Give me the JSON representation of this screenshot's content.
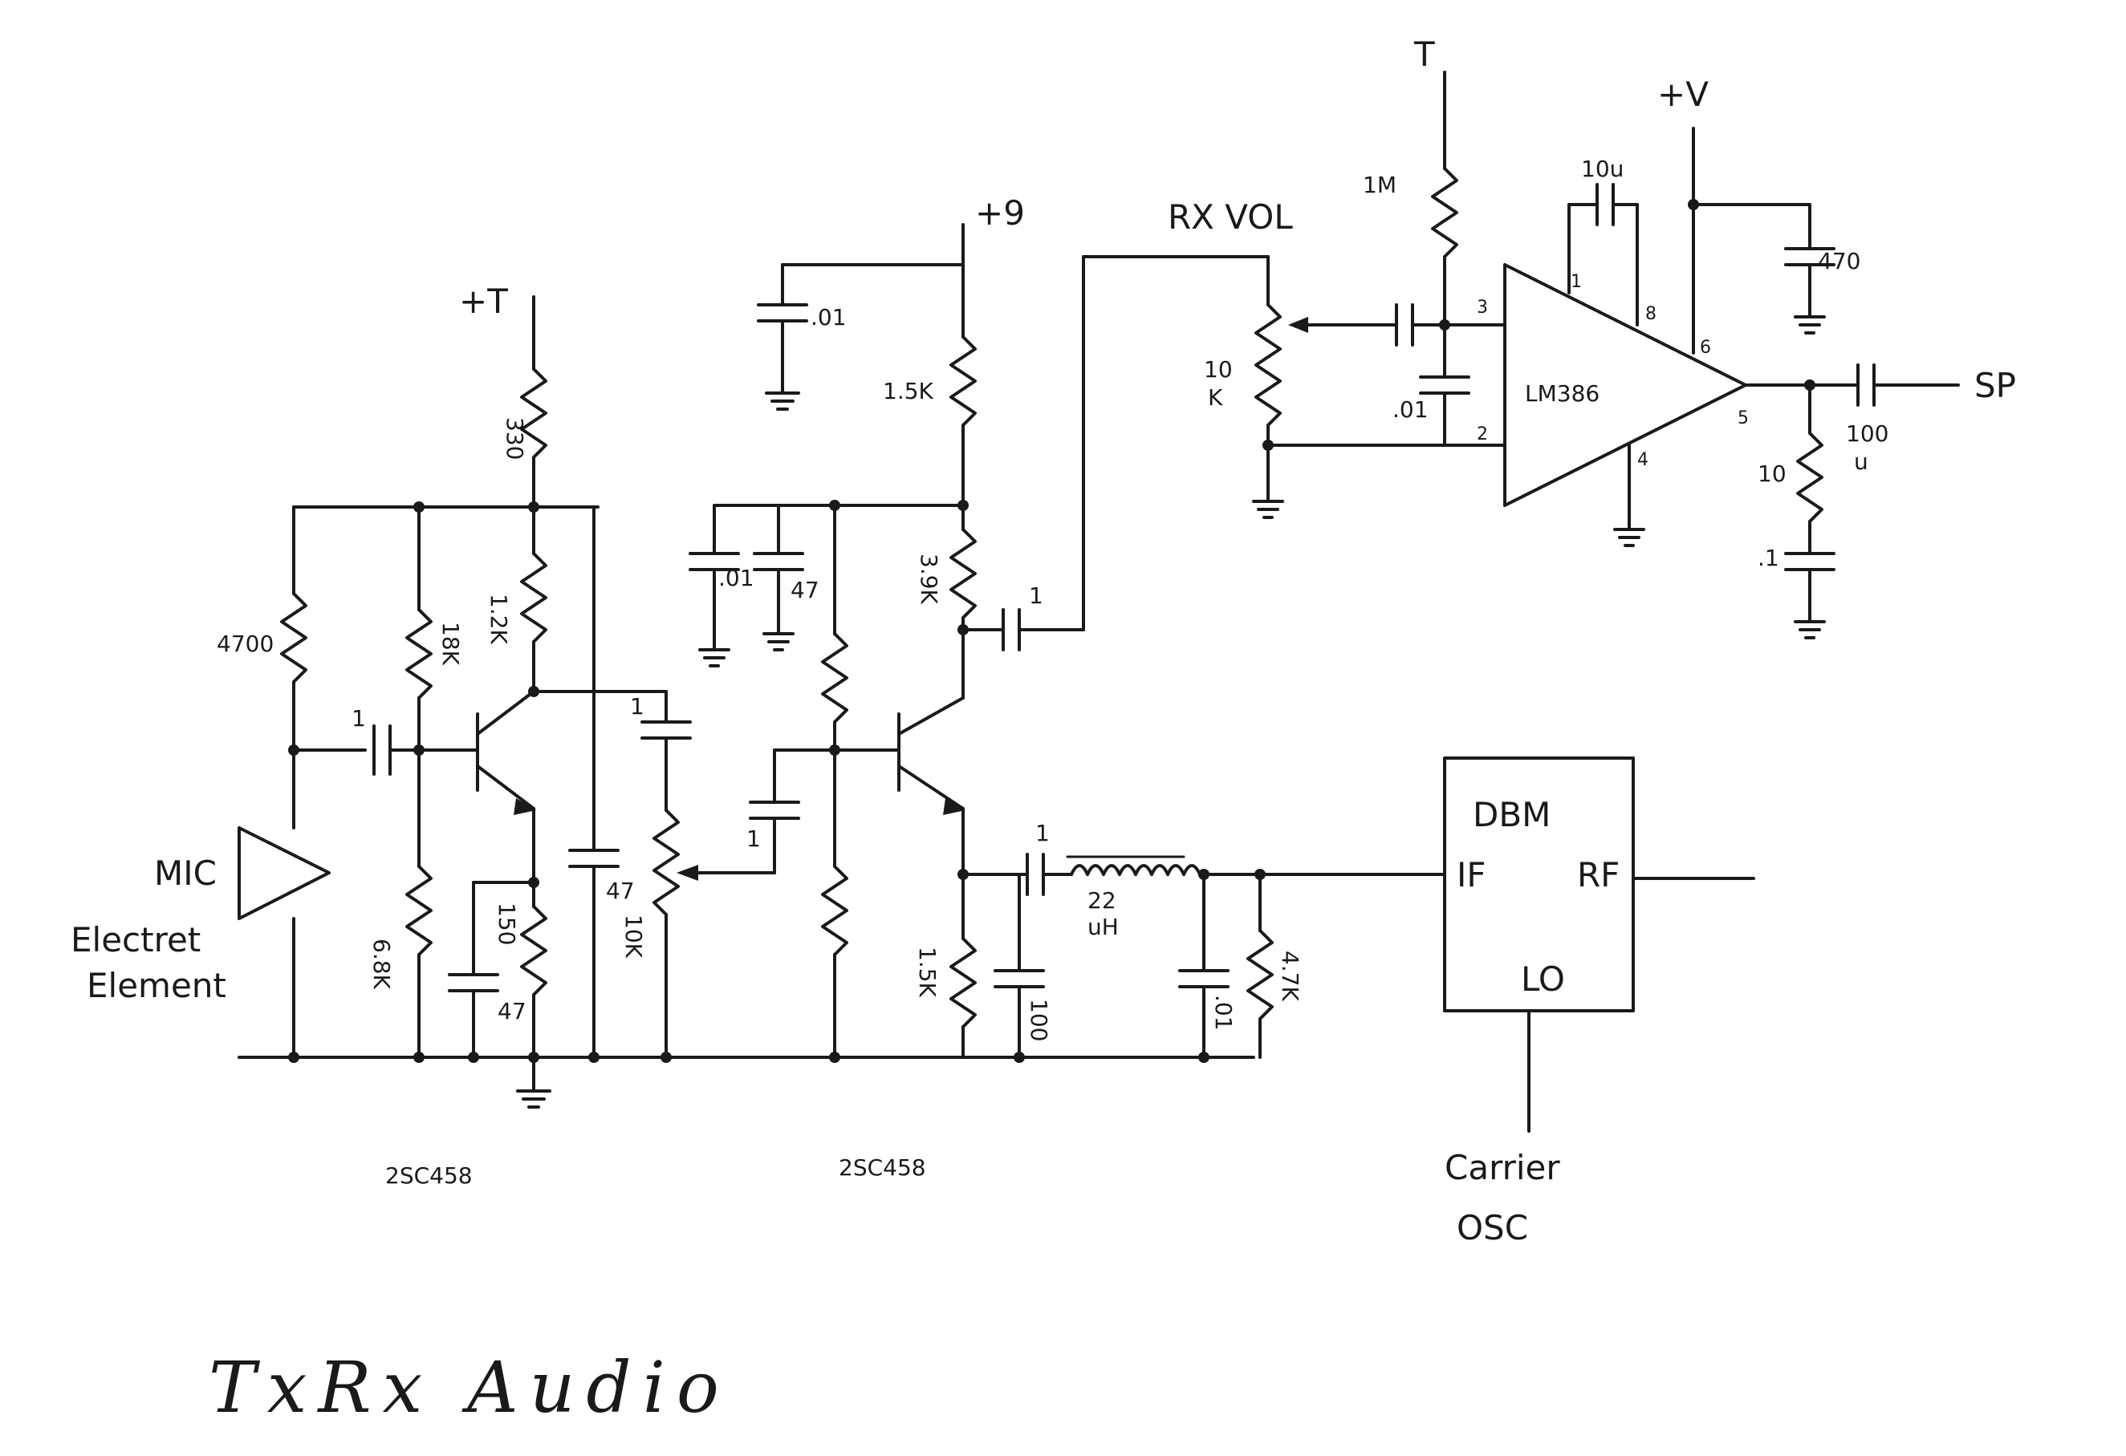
{
  "title": "TxRx Audio",
  "rails": {
    "tt": "+T",
    "nine": "+9",
    "t": "T",
    "v": "+V"
  },
  "mic": {
    "label": "MIC",
    "line1": "Electret",
    "line2": "Element"
  },
  "stage1": {
    "transistor": "2SC458",
    "r_mic": "4700",
    "c_in": "1",
    "r_base_top": "18K",
    "r_base_bot": "6.8K",
    "r_supply": "330",
    "r_collector": "1.2K",
    "r_emitter": "150",
    "c_emitter": "47",
    "c_decouple": "47",
    "c_out": "1",
    "pot": "10K"
  },
  "stage2": {
    "transistor": "2SC458",
    "c_in": "1",
    "c_bypass_a": ".01",
    "c_bypass_b": ".01",
    "c_bypass_c": "47",
    "r_supply": "1.5K",
    "r_collector": "3.9K",
    "c_out": "1",
    "r_emitter": "1.5K",
    "c_emitter_out": "1",
    "c_shunt": "100",
    "inductor_value": "22",
    "inductor_unit": "uH",
    "c_filter": ".01",
    "r_load": "4.7K"
  },
  "audio_amp": {
    "ic": "LM386",
    "vol_label": "RX VOL",
    "vol_pot_value": "10",
    "vol_pot_unit": "K",
    "r_bias": "1M",
    "c_in": ".01",
    "c_gain": "10u",
    "c_supply": "470",
    "zobel_r": "10",
    "zobel_c": ".1",
    "c_out_value": "100",
    "c_out_unit": "u",
    "out_label": "SP",
    "pins": [
      "1",
      "8",
      "3",
      "2",
      "6",
      "5",
      "4"
    ]
  },
  "mixer": {
    "name": "DBM",
    "port_if": "IF",
    "port_rf": "RF",
    "port_lo": "LO",
    "osc_line1": "Carrier",
    "osc_line2": "OSC"
  }
}
